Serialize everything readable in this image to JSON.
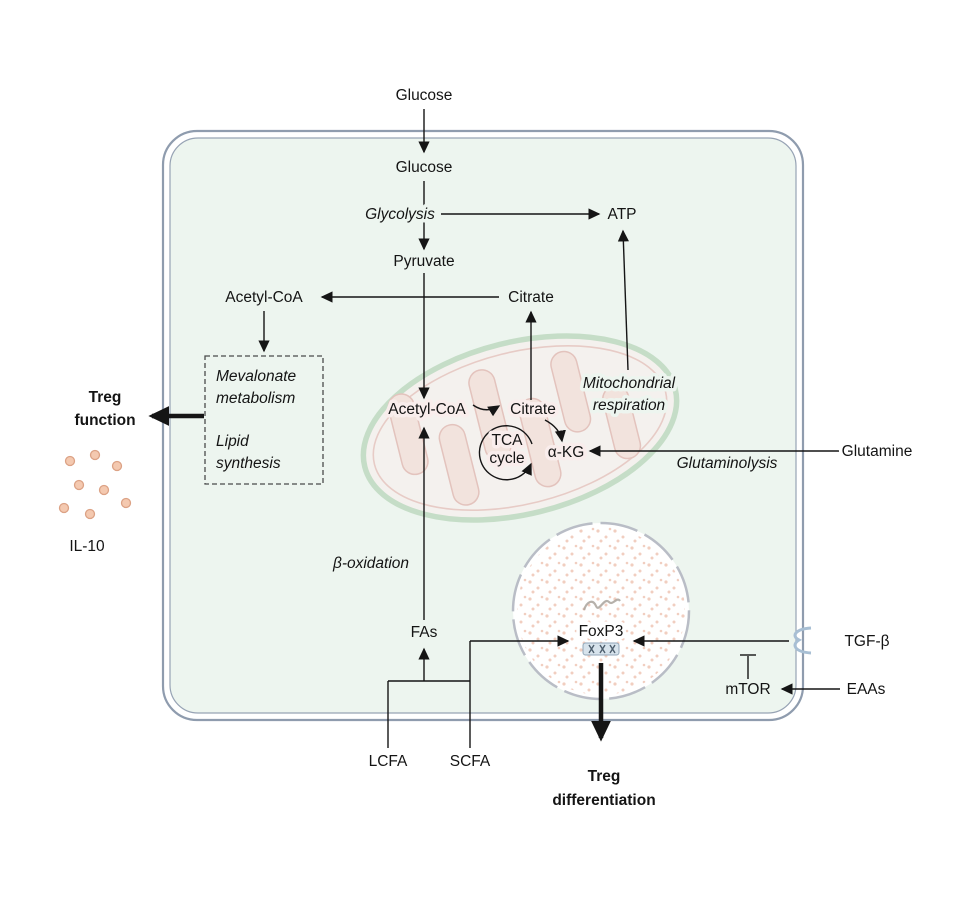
{
  "figure": {
    "description": "Treg cell metabolism pathway diagram",
    "labels": {
      "glucose_out": "Glucose",
      "glucose_in": "Glucose",
      "glycolysis": "Glycolysis",
      "atp": "ATP",
      "pyruvate": "Pyruvate",
      "citrate_cytosol": "Citrate",
      "acetyl_coa_cytosol": "Acetyl-CoA",
      "mevalonate_1": "Mevalonate",
      "mevalonate_2": "metabolism",
      "lipid_1": "Lipid",
      "lipid_2": "synthesis",
      "treg_function_1": "Treg",
      "treg_function_2": "function",
      "il10": "IL-10",
      "acetyl_coa_mito": "Acetyl-CoA",
      "citrate_mito": "Citrate",
      "tca_1": "TCA",
      "tca_2": "cycle",
      "alpha_kg": "α-KG",
      "mito_resp_1": "Mitochondrial",
      "mito_resp_2": "respiration",
      "glutaminolysis": "Glutaminolysis",
      "glutamine": "Glutamine",
      "beta_oxidation": "β-oxidation",
      "fas": "FAs",
      "lcfa": "LCFA",
      "scfa": "SCFA",
      "foxp3": "FoxP3",
      "tgf_beta": "TGF-β",
      "mtor": "mTOR",
      "eaas": "EAAs",
      "treg_diff_1": "Treg",
      "treg_diff_2": "differentiation"
    },
    "colors": {
      "cell_fill": "#edf5ef",
      "membrane": "#8f9cae",
      "arrow": "#151515",
      "mito_outer_membrane": "#9fc6a0",
      "mito_fill": "#fcefee",
      "cristae_fill": "#f7d3cd",
      "cristae_stroke": "#db928c",
      "nucleus_border": "#b9bdc6",
      "nucleus_speckle": "#e5a58c",
      "il10_dot_fill": "#f4c9b0",
      "il10_dot_stroke": "#dca285",
      "receptor": "#a8bfd4",
      "dna_icon_fill": "#d7e3ec"
    }
  }
}
